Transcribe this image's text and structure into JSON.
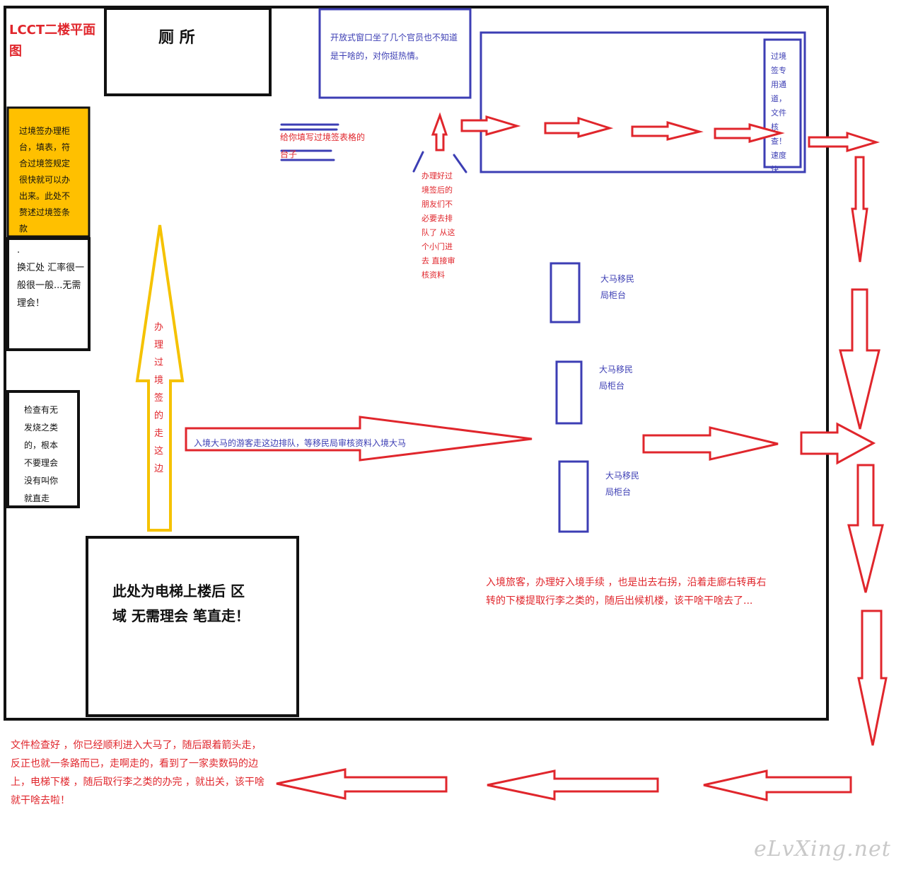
{
  "plan_title": "LCCT二楼平面图",
  "toilet": "厕 所",
  "transit_visa_counter": "过境签办理柜台，填表，符合过境签规定很快就可以办出来。此处不赘述过境签条款",
  "exchange": ".\n换汇处 汇率很一般很一般...无需理会！",
  "fever_check": "检查有无发烧之类的，根本不要理会没有叫你就直走",
  "elevator_area": "此处为电梯上楼后 区域 无需理会 笔直走！",
  "open_window_note": "开放式窗口坐了几个官员也不知道是干啥的，对你挺热情。",
  "form_table_note": "给你填写过境签表格的台子",
  "transit_channel": "过境签专用通道，文件核查！速度快",
  "small_door_note": "办理好过境签后的朋友们不必要去排队了 从这个小门进去 直接审核资料",
  "yellow_arrow_label": "办理过境签的走这边",
  "queue_note": "入境大马的游客走这边排队，等移民局审核资料入境大马",
  "immigration_counters": [
    "大马移民局柜台",
    "大马移民局柜台",
    "大马移民局柜台"
  ],
  "after_entry_note": "入境旅客，办理好入境手续 ，也是出去右拐，沿着走廊右转再右转的下楼提取行李之类的，随后出候机楼，该干啥干啥去了...",
  "final_note": "文件检查好 ，你已经顺利进入大马了，随后跟着箭头走，反正也就一条路而已，走啊走的，看到了一家卖数码的边上，电梯下楼 ，随后取行李之类的办完 ，就出关，该干啥就干啥去啦！",
  "watermark": "eLvXing.net",
  "colors": {
    "red": "#e0262c",
    "blue": "#3c3eb4",
    "yellow": "#f5c200",
    "black": "#111111"
  }
}
